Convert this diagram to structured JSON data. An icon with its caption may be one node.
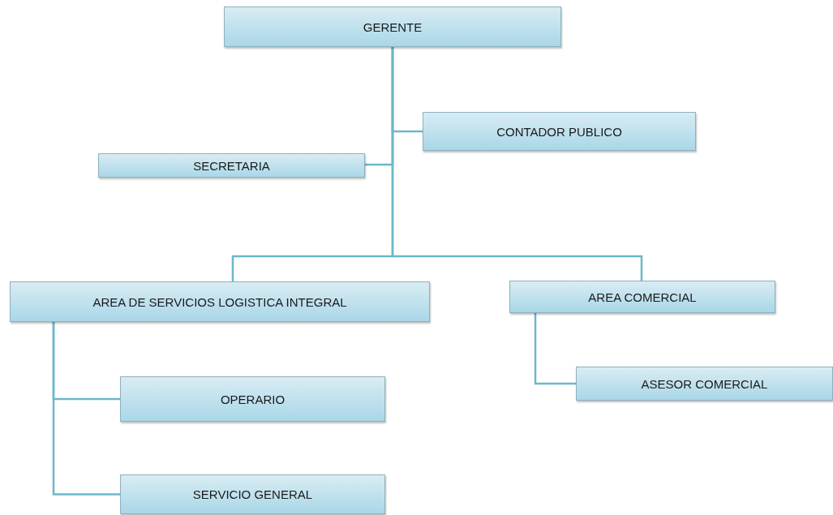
{
  "diagram": {
    "nodes": [
      {
        "text": [
          "GERENTE"
        ]
      },
      {
        "text": [
          "CONTADOR PUBLICO"
        ]
      },
      {
        "text": [
          "SECRETARIA"
        ]
      },
      {
        "text": [
          "AREA DE SERVICIOS LOGISTICA INTEGRAL"
        ]
      },
      {
        "text": [
          "AREA COMERCIAL"
        ]
      },
      {
        "text": [
          "OPERARIO"
        ]
      },
      {
        "text": [
          "SERVICIO GENERAL"
        ]
      },
      {
        "text": [
          "ASESOR COMERCIAL"
        ]
      }
    ],
    "edges": [
      {
        "from": 0,
        "to": 1,
        "arrow": "none"
      },
      {
        "from": 0,
        "to": 2,
        "arrow": "none"
      },
      {
        "from": 0,
        "to": 3,
        "arrow": "none"
      },
      {
        "from": 0,
        "to": 4,
        "arrow": "none"
      },
      {
        "from": 3,
        "to": 5,
        "arrow": "none"
      },
      {
        "from": 3,
        "to": 6,
        "arrow": "none"
      },
      {
        "from": 4,
        "to": 7,
        "arrow": "none"
      }
    ]
  }
}
